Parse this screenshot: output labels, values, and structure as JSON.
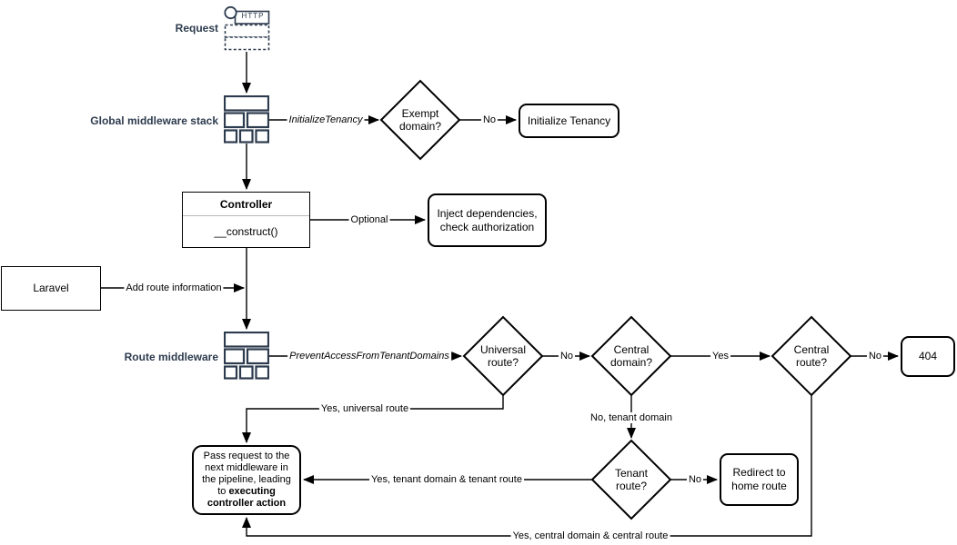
{
  "colors": {
    "label_navy": "#2d3b4e",
    "shape_stroke": "#000000",
    "background": "#ffffff"
  },
  "nodes": {
    "request": {
      "label": "Request"
    },
    "http_icon": {
      "label": "HTTP"
    },
    "global_middleware": {
      "label": "Global middleware stack"
    },
    "exempt_domain": {
      "label": "Exempt domain?"
    },
    "initialize_tenancy_box": {
      "label": "Initialize Tenancy"
    },
    "controller": {
      "title": "Controller",
      "method": "__construct()"
    },
    "inject_box": {
      "label": "Inject dependencies, check authorization"
    },
    "laravel": {
      "label": "Laravel"
    },
    "route_middleware": {
      "label": "Route middleware"
    },
    "universal_route": {
      "label": "Universal route?"
    },
    "central_domain": {
      "label": "Central domain?"
    },
    "central_route": {
      "label": "Central route?"
    },
    "not_found": {
      "label": "404"
    },
    "tenant_route": {
      "label": "Tenant route?"
    },
    "redirect_box": {
      "label": "Redirect to home route"
    },
    "pass_box": {
      "text": "Pass request to the next middleware in the pipeline, leading to ",
      "bold_text": "executing controller action"
    }
  },
  "edges": {
    "initialize_tenancy": "InitializeTenancy",
    "no_exempt": "No",
    "optional": "Optional",
    "add_route_info": "Add route information",
    "prevent_access": "PreventAccessFromTenantDomains",
    "no_universal": "No",
    "yes_central_domain": "Yes",
    "no_central_route": "No",
    "yes_universal_route": "Yes, universal route",
    "no_tenant_domain": "No, tenant domain",
    "no_tenant_route": "No",
    "yes_tenant_route": "Yes, tenant domain & tenant route",
    "yes_central_route": "Yes, central domain & central route"
  }
}
